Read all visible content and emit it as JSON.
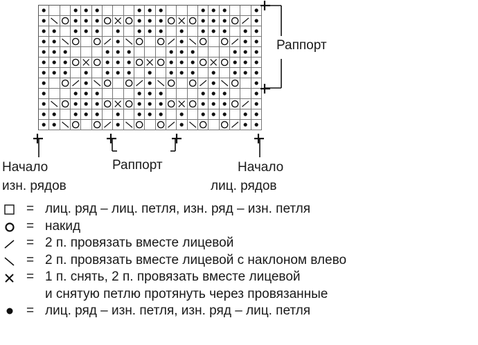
{
  "chart_data": {
    "type": "knitting-chart",
    "columns": 21,
    "rows_count": 12,
    "symbols": {
      ".": "empty (knit on RS / purl on WS)",
      "o": "yarn over",
      "/": "k2tog",
      "\\": "k2tog left slant",
      "x": "sl1, k2tog, psso",
      "*": "purl on RS / knit on WS"
    },
    "grid": [
      "*..***...***...***..*",
      "*\\o***oxo***oxo***o/*",
      "**.***.*.***.*.***.**",
      "**\\o.o/*\\o.o/*\\o.o/**",
      "***...***...***...***",
      "***oxo***oxo***oxo***",
      "***.*.***.*.***.*.***",
      "*.o/*\\o.o/*\\o.o/*\\o.*",
      "*..***...***...***..*",
      "*\\o***oxo***oxo***o/*",
      "**.***.*.***.*.***.**",
      "**\\o.o/*\\o.o/*\\o.o/**"
    ]
  },
  "labels": {
    "rapport_right": "Раппорт",
    "rapport_bottom": "Раппорт",
    "start_ws_line1": "Начало",
    "start_ws_line2": "изн. рядов",
    "start_rs_line1": "Начало",
    "start_rs_line2": "лиц. рядов"
  },
  "legend": [
    {
      "symbol": "empty-square",
      "eq": "=",
      "text": "лиц. ряд – лиц. петля, изн. ряд – изн. петля"
    },
    {
      "symbol": "circle",
      "eq": "=",
      "text": "накид"
    },
    {
      "symbol": "slash",
      "eq": "=",
      "text": "2 п. провязать вместе лицевой"
    },
    {
      "symbol": "backslash",
      "eq": "=",
      "text": "2 п. провязать вместе лицевой с наклоном влево"
    },
    {
      "symbol": "x",
      "eq": "=",
      "text": "1 п. снять, 2 п. провязать вместе лицевой"
    },
    {
      "symbol": "none",
      "eq": "",
      "text": "и снятую петлю протянуть через провязанные"
    },
    {
      "symbol": "dot",
      "eq": "=",
      "text": "лиц. ряд – изн. петля, изн. ряд – лиц. петля"
    }
  ]
}
